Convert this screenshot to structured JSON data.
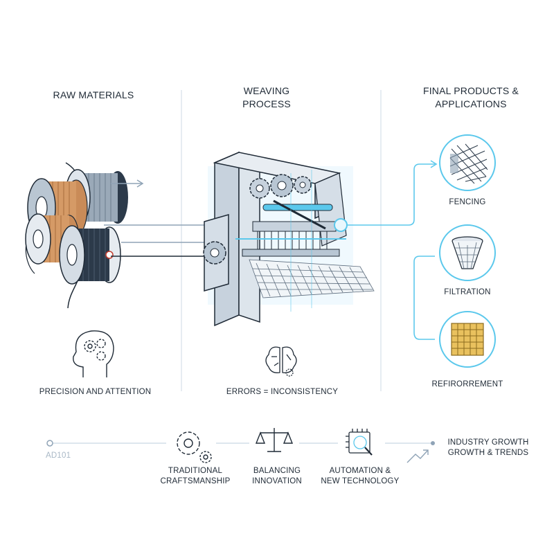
{
  "columns": {
    "raw": "RAW MATERIALS",
    "weaving_line1": "WEAVING",
    "weaving_line2": "PROCESS",
    "final_line1": "FINAL PRODUCTS &",
    "final_line2": "APPLICATIONS"
  },
  "products": {
    "fencing": "FENCING",
    "filtration": "FILTRATION",
    "reinforcement": "REFIRORREMENT"
  },
  "insights": {
    "precision": "PRECISION AND ATTENTION",
    "errors": "ERRORS = INCONSISTENCY"
  },
  "timeline": {
    "start_label": "AD101",
    "steps": [
      {
        "line1": "TRADITIONAL",
        "line2": "CRAFTSMANSHIP",
        "icon": "gears-icon"
      },
      {
        "line1": "BALANCING",
        "line2": "INNOVATION",
        "icon": "scale-icon"
      },
      {
        "line1": "AUTOMATION &",
        "line2": "NEW TECHNOLOGY",
        "icon": "chip-magnifier-icon"
      }
    ],
    "end_line1": "INDUSTRY GROWTH",
    "end_line2": "GROWTH & TRENDS"
  },
  "colors": {
    "accent": "#5bc8ec",
    "ink": "#1f2a36",
    "steel": "#8fa3b6",
    "copper": "#c98b58",
    "gold": "#e9c15e",
    "divider": "#dde6ee"
  }
}
